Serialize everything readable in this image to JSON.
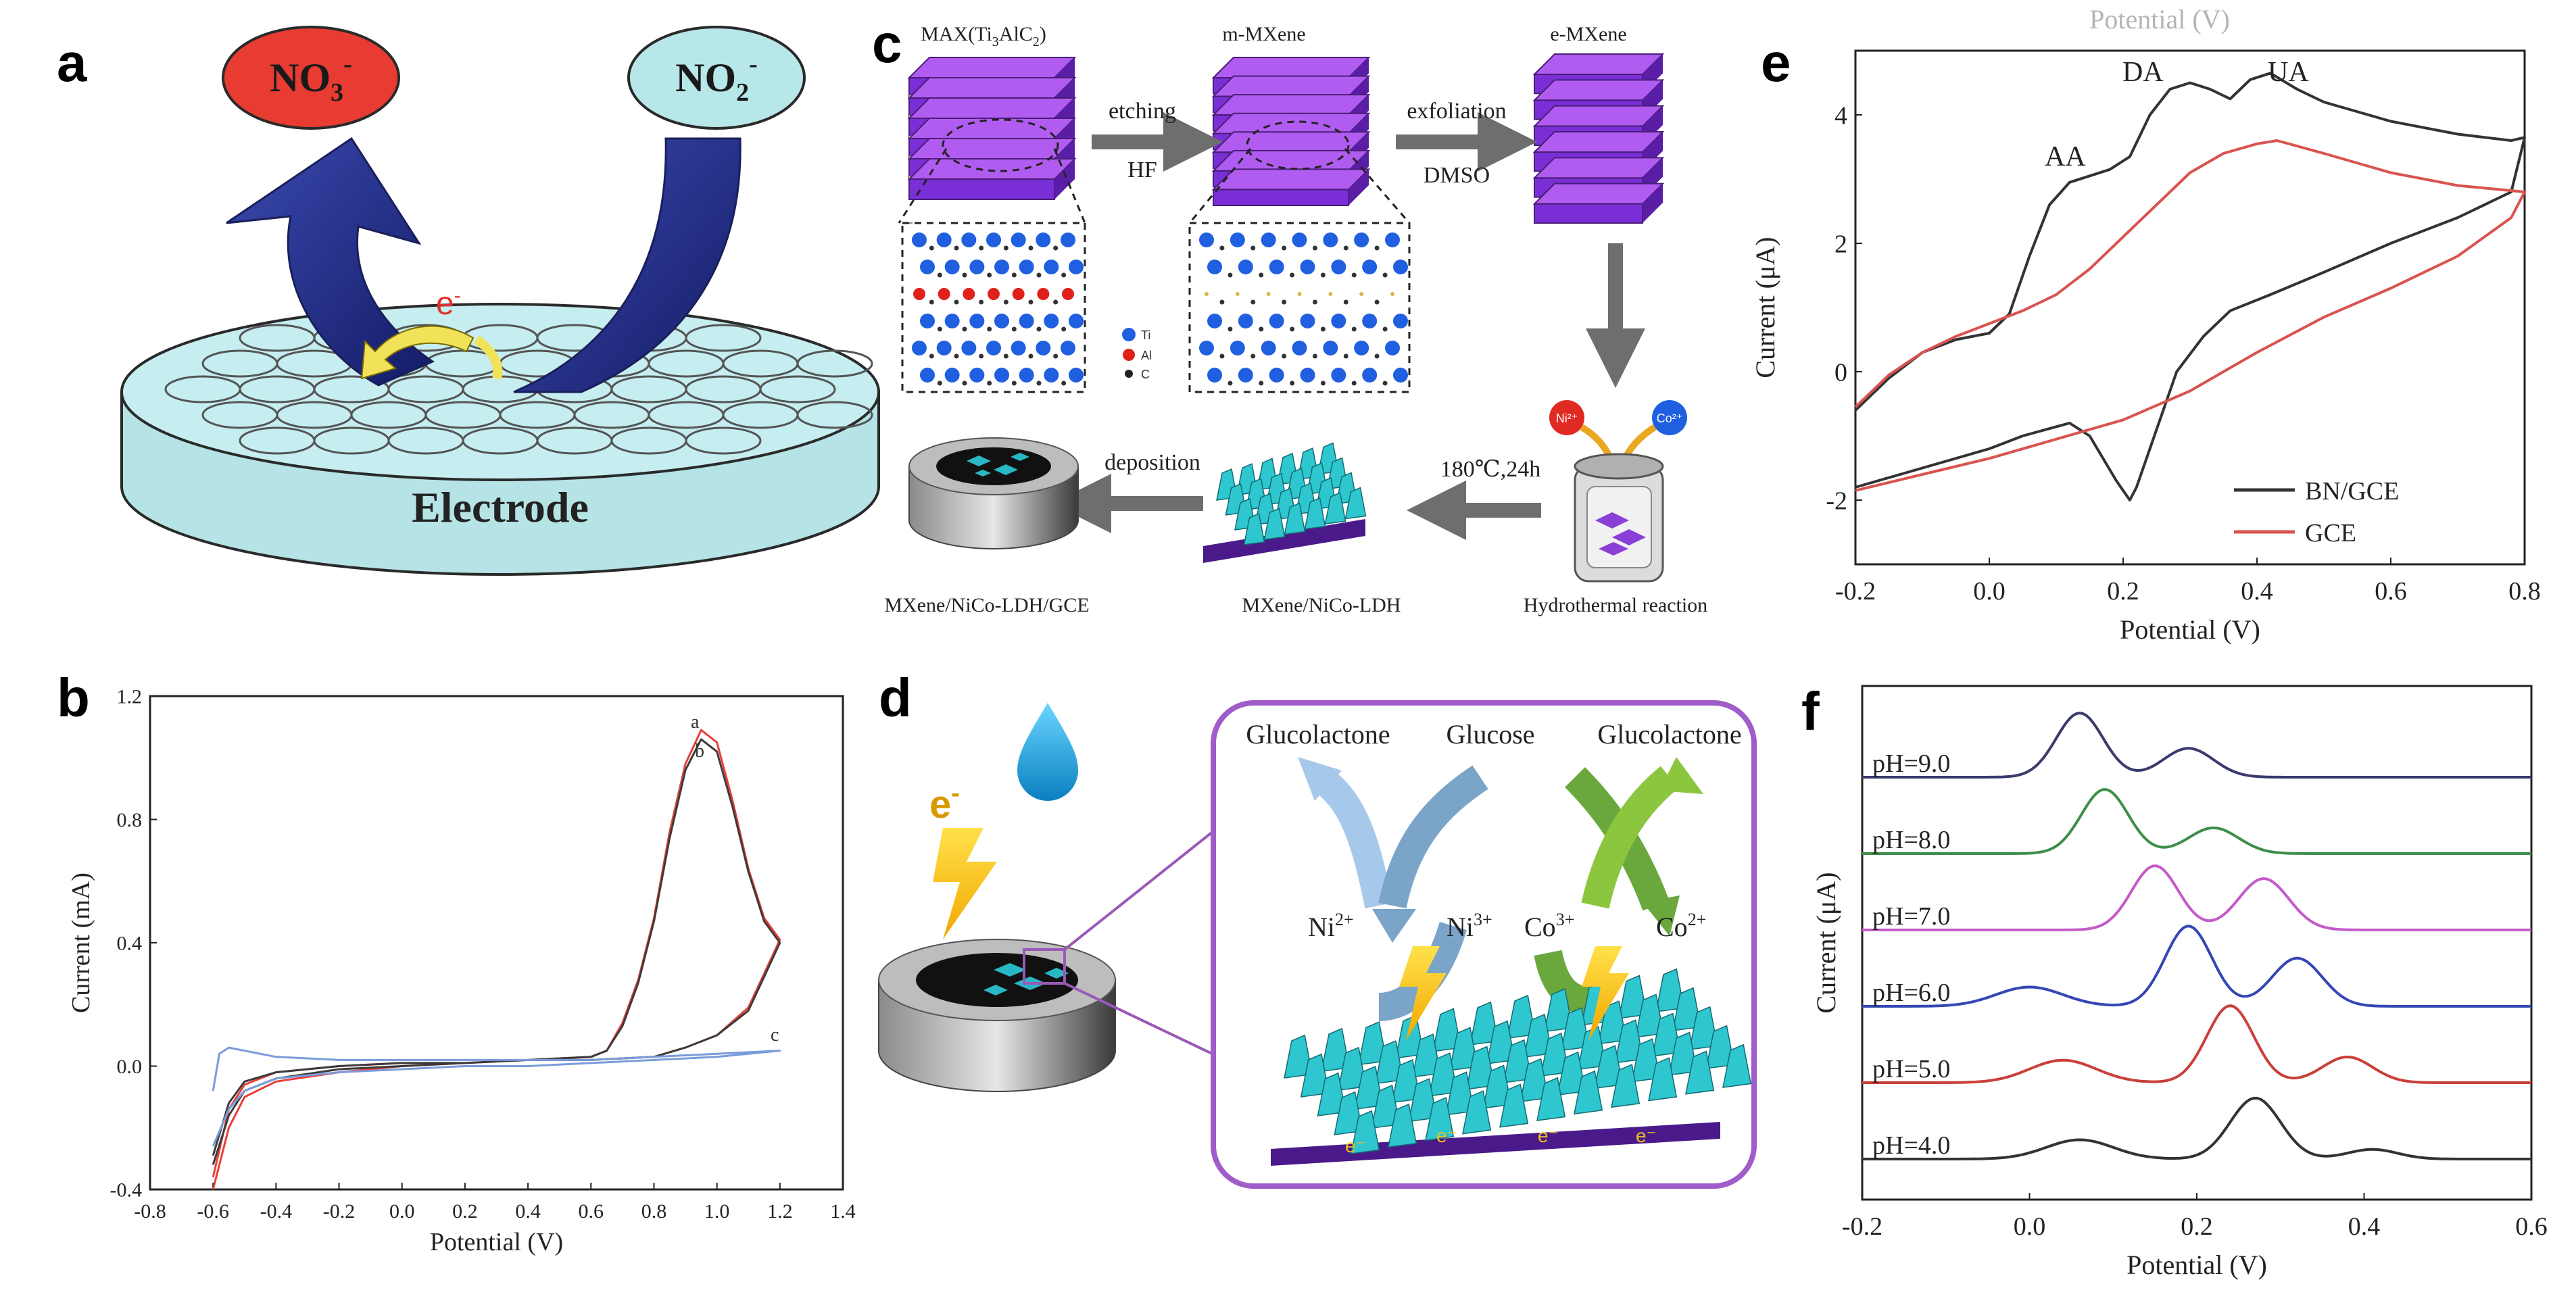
{
  "panels": {
    "a": {
      "letter": "a",
      "ion_left_base": "NO",
      "ion_left_sub": "3",
      "ion_left_sup": "-",
      "ion_right_base": "NO",
      "ion_right_sub": "2",
      "ion_right_sup": "-",
      "electron": "e",
      "electron_sup": "-",
      "electrode_label": "Electrode"
    },
    "b": {
      "letter": "b",
      "curve_labels": [
        "a",
        "b",
        "c"
      ]
    },
    "c": {
      "letter": "c",
      "max_label": "MAX(Ti",
      "max_sub3": "3",
      "max_mid": "AlC",
      "max_sub2": "2",
      "max_close": ")",
      "m_mxene": "m-MXene",
      "e_mxene": "e-MXene",
      "etching": "etching",
      "hf": "HF",
      "exfoliation": "exfoliation",
      "dmso": "DMSO",
      "legend_ti": "Ti",
      "legend_al": "Al",
      "legend_c": "C",
      "conditions": "180℃,24h",
      "deposition": "deposition",
      "label_gce": "MXene/NiCo-LDH/GCE",
      "label_ldh": "MXene/NiCo-LDH",
      "label_hydro": "Hydrothermal reaction",
      "ni_ball": "Ni²⁺",
      "co_ball": "Co²⁺"
    },
    "d": {
      "letter": "d",
      "electron": "e",
      "electron_sup": "-",
      "glucolactone_left": "Glucolactone",
      "glucose": "Glucose",
      "glucolactone_right": "Glucolactone",
      "ni2": "Ni",
      "ni2_sup": "2+",
      "ni3": "Ni",
      "ni3_sup": "3+",
      "co3": "Co",
      "co3_sup": "3+",
      "co2": "Co",
      "co2_sup": "2+",
      "e_minus": "e⁻"
    },
    "e": {
      "letter": "e",
      "peak_labels": [
        "AA",
        "DA",
        "UA"
      ],
      "top_cut_text": "Potential (V)"
    },
    "f": {
      "letter": "f"
    }
  },
  "chart_data": [
    {
      "id": "b",
      "type": "line",
      "xlabel": "Potential (V)",
      "ylabel": "Current (mA)",
      "xlim": [
        -0.8,
        1.4
      ],
      "ylim": [
        -0.4,
        1.2
      ],
      "xticks": [
        "-0.8",
        "-0.6",
        "-0.4",
        "-0.2",
        "0.0",
        "0.2",
        "0.4",
        "0.6",
        "0.8",
        "1.0",
        "1.2",
        "1.4"
      ],
      "yticks": [
        "-0.4",
        "0.0",
        "0.4",
        "0.8",
        "1.2"
      ],
      "series": [
        {
          "name": "a",
          "color": "#e8403a",
          "forward": [
            [
              -0.6,
              -0.4
            ],
            [
              -0.55,
              -0.2
            ],
            [
              -0.5,
              -0.1
            ],
            [
              -0.4,
              -0.05
            ],
            [
              -0.2,
              -0.02
            ],
            [
              0.0,
              0.0
            ],
            [
              0.2,
              0.01
            ],
            [
              0.4,
              0.02
            ],
            [
              0.6,
              0.03
            ],
            [
              0.65,
              0.05
            ],
            [
              0.7,
              0.14
            ],
            [
              0.75,
              0.28
            ],
            [
              0.8,
              0.48
            ],
            [
              0.85,
              0.76
            ],
            [
              0.9,
              0.98
            ],
            [
              0.95,
              1.09
            ],
            [
              1.0,
              1.05
            ],
            [
              1.05,
              0.86
            ],
            [
              1.1,
              0.64
            ],
            [
              1.15,
              0.48
            ],
            [
              1.2,
              0.41
            ]
          ],
          "reverse": [
            [
              1.2,
              0.41
            ],
            [
              1.15,
              0.3
            ],
            [
              1.1,
              0.19
            ],
            [
              1.0,
              0.1
            ],
            [
              0.9,
              0.06
            ],
            [
              0.8,
              0.03
            ],
            [
              0.6,
              0.02
            ],
            [
              0.4,
              0.02
            ],
            [
              0.2,
              0.01
            ],
            [
              0.0,
              0.01
            ],
            [
              -0.2,
              0.0
            ],
            [
              -0.4,
              -0.02
            ],
            [
              -0.5,
              -0.06
            ],
            [
              -0.55,
              -0.14
            ],
            [
              -0.6,
              -0.36
            ]
          ]
        },
        {
          "name": "b",
          "color": "#3b3b3b",
          "forward": [
            [
              -0.6,
              -0.32
            ],
            [
              -0.55,
              -0.16
            ],
            [
              -0.5,
              -0.08
            ],
            [
              -0.4,
              -0.04
            ],
            [
              -0.2,
              -0.01
            ],
            [
              0.0,
              0.0
            ],
            [
              0.2,
              0.01
            ],
            [
              0.4,
              0.02
            ],
            [
              0.6,
              0.03
            ],
            [
              0.65,
              0.05
            ],
            [
              0.7,
              0.13
            ],
            [
              0.75,
              0.27
            ],
            [
              0.8,
              0.47
            ],
            [
              0.85,
              0.74
            ],
            [
              0.9,
              0.96
            ],
            [
              0.95,
              1.06
            ],
            [
              1.0,
              1.02
            ],
            [
              1.05,
              0.84
            ],
            [
              1.1,
              0.63
            ],
            [
              1.15,
              0.47
            ],
            [
              1.2,
              0.4
            ]
          ],
          "reverse": [
            [
              1.2,
              0.4
            ],
            [
              1.15,
              0.29
            ],
            [
              1.1,
              0.18
            ],
            [
              1.0,
              0.1
            ],
            [
              0.9,
              0.06
            ],
            [
              0.8,
              0.03
            ],
            [
              0.6,
              0.02
            ],
            [
              0.4,
              0.02
            ],
            [
              0.2,
              0.01
            ],
            [
              0.0,
              0.01
            ],
            [
              -0.2,
              0.0
            ],
            [
              -0.4,
              -0.02
            ],
            [
              -0.5,
              -0.05
            ],
            [
              -0.55,
              -0.12
            ],
            [
              -0.6,
              -0.29
            ]
          ]
        },
        {
          "name": "c",
          "color": "#7a9cdb",
          "forward": [
            [
              -0.6,
              -0.26
            ],
            [
              -0.55,
              -0.14
            ],
            [
              -0.5,
              -0.08
            ],
            [
              -0.4,
              -0.04
            ],
            [
              -0.2,
              -0.02
            ],
            [
              0.0,
              -0.01
            ],
            [
              0.2,
              0.0
            ],
            [
              0.4,
              0.0
            ],
            [
              0.6,
              0.01
            ],
            [
              0.8,
              0.02
            ],
            [
              1.0,
              0.03
            ],
            [
              1.2,
              0.05
            ]
          ],
          "reverse": [
            [
              1.2,
              0.06
            ],
            [
              1.0,
              0.04
            ],
            [
              0.8,
              0.03
            ],
            [
              0.6,
              0.02
            ],
            [
              0.4,
              0.02
            ],
            [
              0.2,
              0.02
            ],
            [
              0.0,
              0.02
            ],
            [
              -0.2,
              0.02
            ],
            [
              -0.4,
              0.03
            ],
            [
              -0.5,
              0.05
            ],
            [
              -0.55,
              0.06
            ],
            [
              -0.58,
              0.04
            ],
            [
              -0.6,
              -0.08
            ]
          ]
        }
      ]
    },
    {
      "id": "e",
      "type": "line",
      "xlabel": "Potential (V)",
      "ylabel": "Current (μA)",
      "xlim": [
        -0.2,
        0.8
      ],
      "ylim": [
        -3.0,
        5.0
      ],
      "xticks": [
        "-0.2",
        "0.0",
        "0.2",
        "0.4",
        "0.6",
        "0.8"
      ],
      "yticks": [
        "-2",
        "0",
        "2",
        "4"
      ],
      "legend_position": "bottom-right",
      "series": [
        {
          "name": "BN/GCE",
          "color": "#333333",
          "forward": [
            [
              -0.2,
              -0.6
            ],
            [
              -0.15,
              -0.1
            ],
            [
              -0.1,
              0.3
            ],
            [
              -0.05,
              0.5
            ],
            [
              0.0,
              0.6
            ],
            [
              0.03,
              0.9
            ],
            [
              0.06,
              1.8
            ],
            [
              0.09,
              2.6
            ],
            [
              0.12,
              2.95
            ],
            [
              0.15,
              3.05
            ],
            [
              0.18,
              3.15
            ],
            [
              0.21,
              3.35
            ],
            [
              0.24,
              4.0
            ],
            [
              0.27,
              4.4
            ],
            [
              0.3,
              4.5
            ],
            [
              0.33,
              4.4
            ],
            [
              0.36,
              4.25
            ],
            [
              0.39,
              4.55
            ],
            [
              0.42,
              4.65
            ],
            [
              0.46,
              4.4
            ],
            [
              0.5,
              4.2
            ],
            [
              0.6,
              3.9
            ],
            [
              0.7,
              3.7
            ],
            [
              0.78,
              3.6
            ],
            [
              0.8,
              3.65
            ]
          ],
          "reverse": [
            [
              0.8,
              3.3
            ],
            [
              0.78,
              2.8
            ],
            [
              0.7,
              2.4
            ],
            [
              0.6,
              2.0
            ],
            [
              0.5,
              1.55
            ],
            [
              0.42,
              1.2
            ],
            [
              0.36,
              0.95
            ],
            [
              0.32,
              0.55
            ],
            [
              0.28,
              0.0
            ],
            [
              0.25,
              -0.9
            ],
            [
              0.22,
              -1.8
            ],
            [
              0.21,
              -2.0
            ],
            [
              0.19,
              -1.7
            ],
            [
              0.15,
              -1.0
            ],
            [
              0.12,
              -0.8
            ],
            [
              0.05,
              -1.0
            ],
            [
              0.0,
              -1.2
            ],
            [
              -0.1,
              -1.5
            ],
            [
              -0.2,
              -1.8
            ]
          ]
        },
        {
          "name": "GCE",
          "color": "#d9534f",
          "forward": [
            [
              -0.2,
              -0.55
            ],
            [
              -0.15,
              -0.05
            ],
            [
              -0.1,
              0.3
            ],
            [
              -0.05,
              0.55
            ],
            [
              0.0,
              0.75
            ],
            [
              0.05,
              0.95
            ],
            [
              0.1,
              1.2
            ],
            [
              0.15,
              1.6
            ],
            [
              0.2,
              2.1
            ],
            [
              0.25,
              2.6
            ],
            [
              0.3,
              3.1
            ],
            [
              0.35,
              3.4
            ],
            [
              0.4,
              3.55
            ],
            [
              0.43,
              3.6
            ],
            [
              0.5,
              3.4
            ],
            [
              0.6,
              3.1
            ],
            [
              0.7,
              2.9
            ],
            [
              0.8,
              2.8
            ]
          ],
          "reverse": [
            [
              0.8,
              2.8
            ],
            [
              0.78,
              2.4
            ],
            [
              0.7,
              1.8
            ],
            [
              0.6,
              1.3
            ],
            [
              0.5,
              0.85
            ],
            [
              0.4,
              0.3
            ],
            [
              0.3,
              -0.3
            ],
            [
              0.2,
              -0.75
            ],
            [
              0.1,
              -1.05
            ],
            [
              0.0,
              -1.35
            ],
            [
              -0.1,
              -1.6
            ],
            [
              -0.2,
              -1.85
            ]
          ]
        }
      ]
    },
    {
      "id": "f",
      "type": "line",
      "xlabel": "Potential (V)",
      "ylabel": "Current (μA)",
      "xlim": [
        -0.2,
        0.6
      ],
      "xticks": [
        "-0.2",
        "0.0",
        "0.2",
        "0.4",
        "0.6"
      ],
      "series": [
        {
          "name": "pH=9.0",
          "color": "#3a3a6e",
          "peaks": [
            [
              0.06,
              1.0,
              0.028
            ],
            [
              0.19,
              0.45,
              0.03
            ]
          ]
        },
        {
          "name": "pH=8.0",
          "color": "#3e8e4a",
          "peaks": [
            [
              0.09,
              1.0,
              0.028
            ],
            [
              0.22,
              0.4,
              0.03
            ]
          ]
        },
        {
          "name": "pH=7.0",
          "color": "#c45ac9",
          "peaks": [
            [
              0.15,
              1.0,
              0.028
            ],
            [
              0.28,
              0.8,
              0.03
            ]
          ]
        },
        {
          "name": "pH=6.0",
          "color": "#3546b5",
          "peaks": [
            [
              0.0,
              0.3,
              0.04
            ],
            [
              0.19,
              1.25,
              0.028
            ],
            [
              0.32,
              0.75,
              0.03
            ]
          ]
        },
        {
          "name": "pH=5.0",
          "color": "#c9403a",
          "peaks": [
            [
              0.04,
              0.35,
              0.04
            ],
            [
              0.24,
              1.2,
              0.028
            ],
            [
              0.38,
              0.4,
              0.03
            ]
          ]
        },
        {
          "name": "pH=4.0",
          "color": "#333333",
          "peaks": [
            [
              0.06,
              0.3,
              0.04
            ],
            [
              0.27,
              0.95,
              0.03
            ],
            [
              0.41,
              0.15,
              0.03
            ]
          ]
        }
      ]
    }
  ]
}
